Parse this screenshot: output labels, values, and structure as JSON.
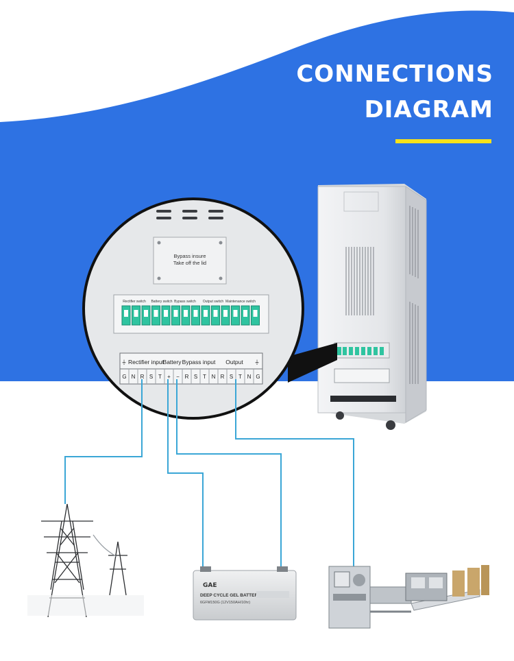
{
  "header": {
    "title_line1": "CONNECTIONS",
    "title_line2": "DIAGRAM"
  },
  "zoom_panel": {
    "cover_plate_line1": "Bypass insure",
    "cover_plate_line2": "Take off the lid",
    "breaker_labels": [
      "Rectifier switch",
      "Battery switch",
      "Bypass switch",
      "Output switch",
      "Maintenance switch"
    ],
    "terminal_groups": {
      "rectifier": "Rectifier input",
      "battery": "Battery",
      "bypass": "Bypass input",
      "output": "Output"
    },
    "terminals": [
      "G",
      "N",
      "R",
      "S",
      "T",
      "+",
      "−",
      "R",
      "S",
      "T",
      "N",
      "R",
      "S",
      "T",
      "N",
      "G"
    ]
  },
  "battery": {
    "brand": "GAE",
    "type_line": "DEEP CYCLE GEL BATTERY",
    "model_line": "6GFM150G (12V150AH/10hr)"
  },
  "colors": {
    "banner_blue": "#2e72e3",
    "accent_yellow": "#f7e21a",
    "wire_blue": "#3aa6d6",
    "panel_grey": "#e6e8ea"
  }
}
